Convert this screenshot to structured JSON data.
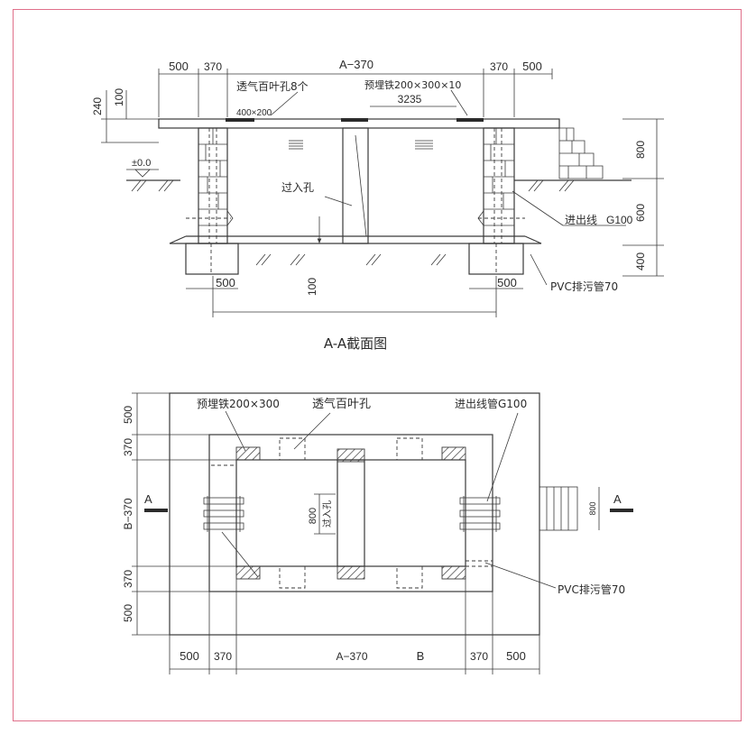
{
  "colors": {
    "frame": "#e0708a",
    "ink": "#3a3a3a"
  },
  "section": {
    "title": "A-A截面图",
    "dims_top": [
      "500",
      "370",
      "A−370",
      "370",
      "500"
    ],
    "dims_left": [
      "240",
      "100"
    ],
    "dims_right": [
      "800",
      "600",
      "400"
    ],
    "level": "±0.0",
    "vent_label": "透气百叶孔8个",
    "embed_label": "预埋铁200×300×10",
    "plate_size": "400×200",
    "inner_span": "3235",
    "hole_label": "过入孔",
    "outlet_label": "进出线",
    "outlet_pipe": "G100",
    "drain_label": "PVC排污管70",
    "dims_bottom": [
      "500",
      "100",
      "500"
    ]
  },
  "plan": {
    "embed_label": "预埋铁200×300",
    "vent_label": "透气百叶孔",
    "outlet_label": "进出线管G100",
    "drain_label": "PVC排污管70",
    "hole_width": "800",
    "hole_label": "过入孔",
    "step_width": "800",
    "section_mark": "A",
    "dims_left": [
      "500",
      "370",
      "B−370",
      "370",
      "500"
    ],
    "dims_bottom": [
      "500",
      "370",
      "A−370",
      "B",
      "370",
      "500"
    ]
  }
}
